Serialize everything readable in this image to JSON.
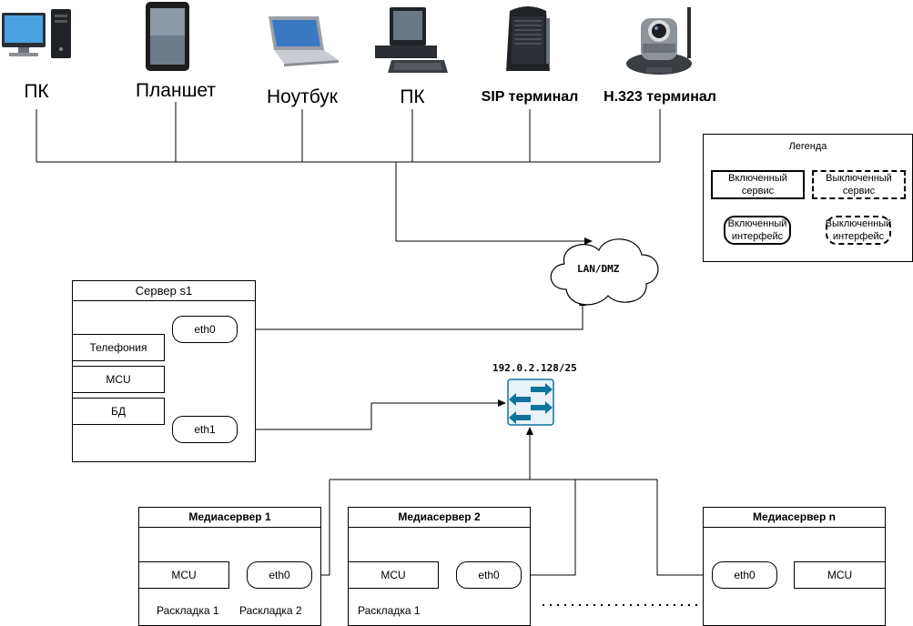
{
  "devices": [
    {
      "label": "ПК",
      "icon": "desktop-pc-icon"
    },
    {
      "label": "Планшет",
      "icon": "tablet-icon"
    },
    {
      "label": "Ноутбук",
      "icon": "laptop-icon"
    },
    {
      "label": "ПК",
      "icon": "desktop-workstation-icon"
    },
    {
      "label": "SIP терминал",
      "icon": "sip-terminal-icon"
    },
    {
      "label": "H.323 терминал",
      "icon": "ip-camera-icon"
    }
  ],
  "legend": {
    "title": "Легенда",
    "enabled_service": "Включенный сервис",
    "disabled_service": "Выключенный сервис",
    "enabled_interface": "Включенный интерфейс",
    "disabled_interface": "Выключенный интерфейс"
  },
  "network": {
    "cloud_label": "LAN/DMZ",
    "switch_subnet": "192.0.2.128/25",
    "switch_icon": "network-switch-icon"
  },
  "server_s1": {
    "title": "Сервер s1",
    "eth0": "eth0",
    "eth1": "eth1",
    "services": [
      "Телефония",
      "MCU",
      "БД"
    ]
  },
  "media_servers": [
    {
      "title": "Медиасервер 1",
      "service": "MCU",
      "iface": "eth0",
      "layouts": [
        "Раскладка 1",
        "Раскладка 2"
      ]
    },
    {
      "title": "Медиасервер 2",
      "service": "MCU",
      "iface": "eth0",
      "layouts": [
        "Раскладка 1"
      ]
    },
    {
      "title": "Медиасервер n",
      "service": "MCU",
      "iface": "eth0",
      "layouts": []
    }
  ],
  "colors": {
    "switch_fill": "#10739e",
    "switch_bg": "#e8f2f7",
    "line": "#000000"
  }
}
